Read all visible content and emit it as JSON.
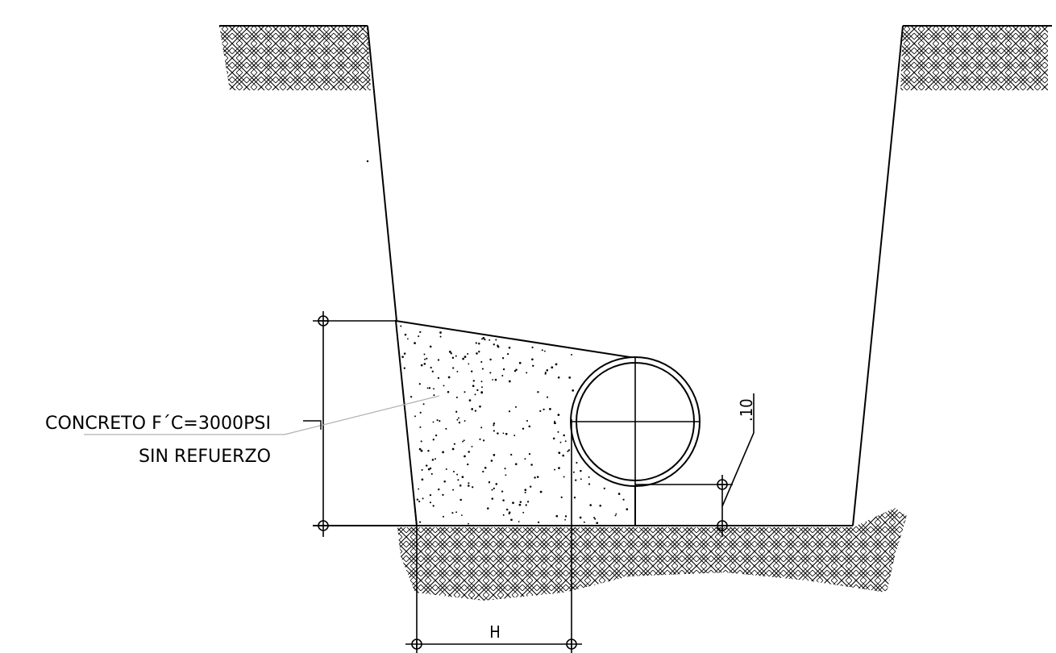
{
  "drawing": {
    "note_line1": "CONCRETO F´C=3000PSI",
    "note_line2": "SIN REFUERZO",
    "dim_thickness": ".10",
    "dim_width": "H",
    "colors": {
      "line": "#000000",
      "leader": "#b0b0b0",
      "background": "#ffffff"
    },
    "icons": {
      "soil_hatch": "soil-hatch",
      "concrete_fill": "concrete-stipple",
      "pipe": "pipe-section"
    }
  }
}
